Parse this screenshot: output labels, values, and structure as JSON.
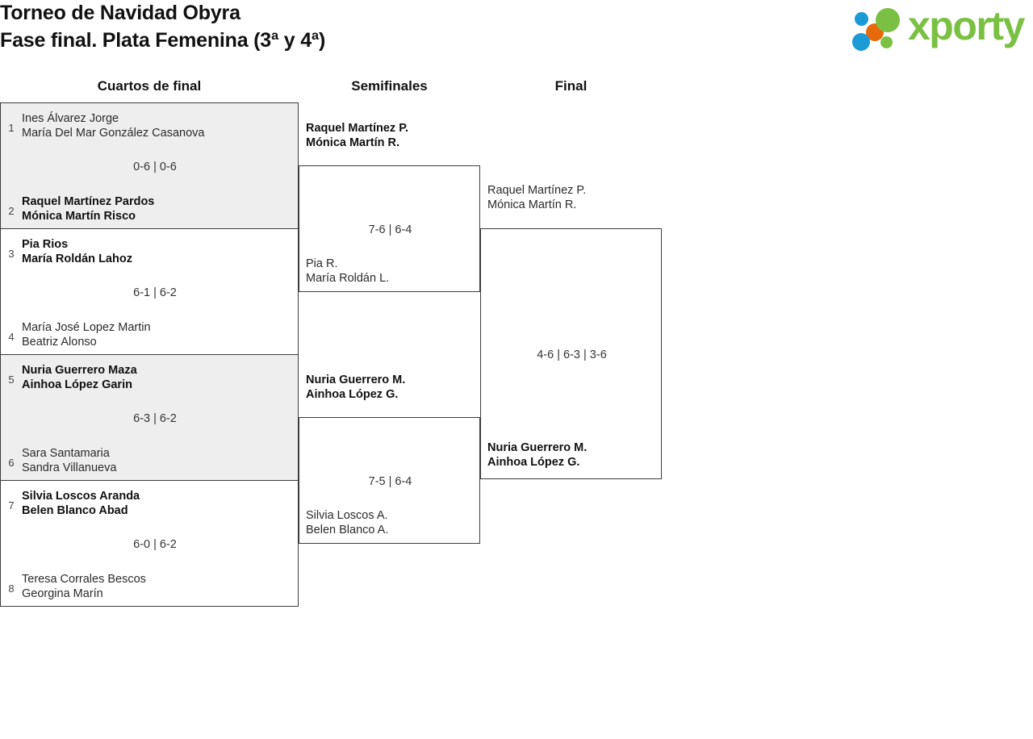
{
  "header": {
    "title": "Torneo de Navidad Obyra",
    "subtitle": "Fase final. Plata Femenina (3ª y 4ª)"
  },
  "brand": {
    "wordmark": "xporty",
    "colors": {
      "green": "#7ac143",
      "blue": "#1b9ad6",
      "orange": "#e8690b"
    }
  },
  "rounds": {
    "quarterfinals_label": "Cuartos de final",
    "semifinals_label": "Semifinales",
    "final_label": "Final"
  },
  "quarterfinals": [
    {
      "seed_top": "1",
      "top_line1": "Ines Álvarez Jorge",
      "top_line2": "María Del Mar González Casanova",
      "top_winner": false,
      "score": "0-6 | 0-6",
      "seed_bottom": "2",
      "bottom_line1": "Raquel Martínez Pardos",
      "bottom_line2": "Mónica Martín Risco",
      "bottom_winner": true
    },
    {
      "seed_top": "3",
      "top_line1": "Pia Rios",
      "top_line2": "María Roldán Lahoz",
      "top_winner": true,
      "score": "6-1 | 6-2",
      "seed_bottom": "4",
      "bottom_line1": "María José Lopez Martin",
      "bottom_line2": "Beatriz Alonso",
      "bottom_winner": false
    },
    {
      "seed_top": "5",
      "top_line1": "Nuria Guerrero Maza",
      "top_line2": "Ainhoa López Garin",
      "top_winner": true,
      "score": "6-3 | 6-2",
      "seed_bottom": "6",
      "bottom_line1": "Sara Santamaria",
      "bottom_line2": "Sandra Villanueva",
      "bottom_winner": false
    },
    {
      "seed_top": "7",
      "top_line1": "Silvia Loscos Aranda",
      "top_line2": "Belen Blanco Abad",
      "top_winner": true,
      "score": "6-0 | 6-2",
      "seed_bottom": "8",
      "bottom_line1": "Teresa Corrales Bescos",
      "bottom_line2": "Georgina Marín",
      "bottom_winner": false
    }
  ],
  "semifinals": [
    {
      "top_line1": "Raquel Martínez P.",
      "top_line2": "Mónica Martín R.",
      "top_winner": true,
      "score": "7-6 | 6-4",
      "bottom_line1": "Pia R.",
      "bottom_line2": "María Roldán L.",
      "bottom_winner": false
    },
    {
      "top_line1": "Nuria Guerrero M.",
      "top_line2": "Ainhoa López G.",
      "top_winner": true,
      "score": "7-5 | 6-4",
      "bottom_line1": "Silvia Loscos A.",
      "bottom_line2": "Belen Blanco A.",
      "bottom_winner": false
    }
  ],
  "final": {
    "top_line1": "Raquel Martínez P.",
    "top_line2": "Mónica Martín R.",
    "top_winner": false,
    "score": "4-6 | 6-3 | 3-6",
    "bottom_line1": "Nuria Guerrero M.",
    "bottom_line2": "Ainhoa López G.",
    "bottom_winner": true
  }
}
